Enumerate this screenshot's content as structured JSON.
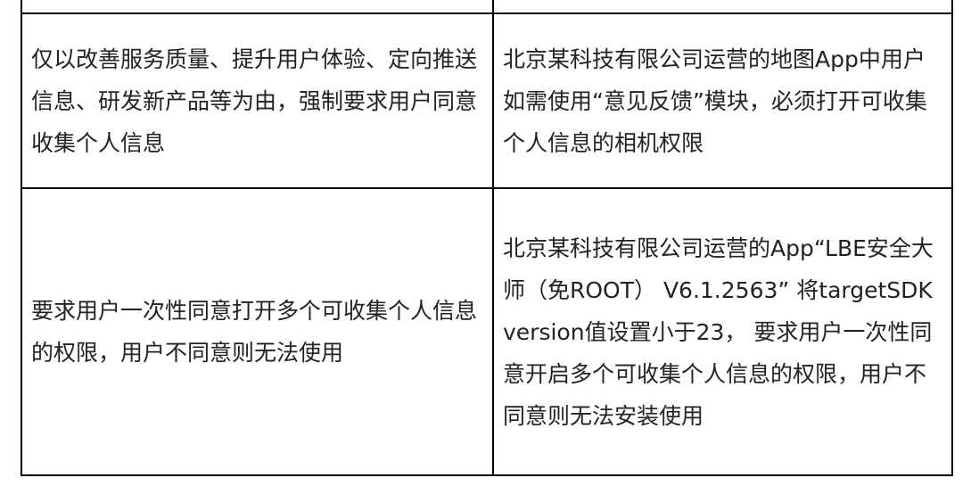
{
  "table": {
    "rows": [
      {
        "left": "仅以改善服务质量、提升用户体验、定向推送信息、研发新产品等为由，强制要求用户同意收集个人信息",
        "right": "北京某科技有限公司运营的地图App中用户如需使用“意见反馈”模块，必须打开可收集个人信息的相机权限"
      },
      {
        "left": "要求用户一次性同意打开多个可收集个人信息的权限，用户不同意则无法使用",
        "right": "北京某科技有限公司运营的App“LBE安全大师（免ROOT） V6.1.2563” 将targetSDKversion值设置小于23， 要求用户一次性同意开启多个可收集个人信息的权限，用户不同意则无法安装使用"
      }
    ]
  }
}
